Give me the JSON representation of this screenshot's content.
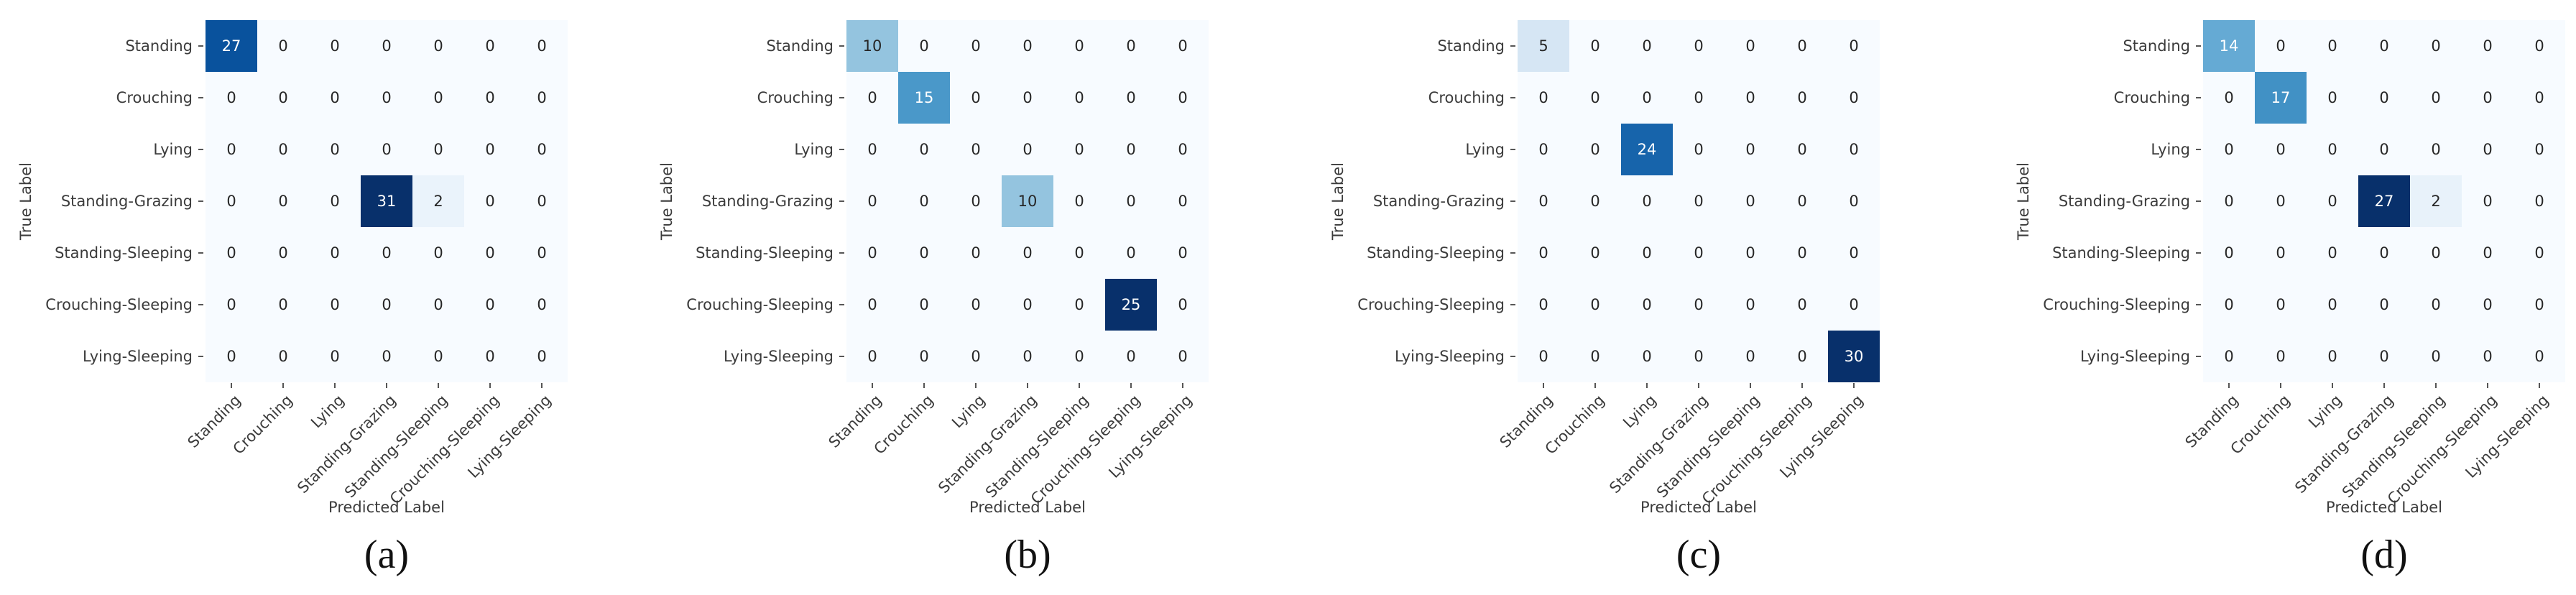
{
  "figure": {
    "background": "#ffffff",
    "heatmap_background": "#f7fbff",
    "colormap_name": "Blues",
    "colormap_stops": [
      "#f7fbff",
      "#deebf7",
      "#c6dbef",
      "#9ecae1",
      "#6baed6",
      "#4292c6",
      "#2171b5",
      "#08519c",
      "#08306b"
    ],
    "annotation_color_on_light": "#262626",
    "annotation_color_on_dark": "#ffffff",
    "tick_label_color": "#3b3b3b",
    "caption_color": "#111111"
  },
  "chart_data": [
    {
      "type": "heatmap",
      "caption": "(a)",
      "xlabel": "Predicted Label",
      "ylabel": "True Label",
      "x_categories": [
        "Standing",
        "Crouching",
        "Lying",
        "Standing-Grazing",
        "Standing-Sleeping",
        "Crouching-Sleeping",
        "Lying-Sleeping"
      ],
      "y_categories": [
        "Standing",
        "Crouching",
        "Lying",
        "Standing-Grazing",
        "Standing-Sleeping",
        "Crouching-Sleeping",
        "Lying-Sleeping"
      ],
      "matrix": [
        [
          27,
          0,
          0,
          0,
          0,
          0,
          0
        ],
        [
          0,
          0,
          0,
          0,
          0,
          0,
          0
        ],
        [
          0,
          0,
          0,
          0,
          0,
          0,
          0
        ],
        [
          0,
          0,
          0,
          31,
          2,
          0,
          0
        ],
        [
          0,
          0,
          0,
          0,
          0,
          0,
          0
        ],
        [
          0,
          0,
          0,
          0,
          0,
          0,
          0
        ],
        [
          0,
          0,
          0,
          0,
          0,
          0,
          0
        ]
      ],
      "vmin": 0,
      "vmax": 31,
      "colorbar": false,
      "grid": false
    },
    {
      "type": "heatmap",
      "caption": "(b)",
      "xlabel": "Predicted Label",
      "ylabel": "True Label",
      "x_categories": [
        "Standing",
        "Crouching",
        "Lying",
        "Standing-Grazing",
        "Standing-Sleeping",
        "Crouching-Sleeping",
        "Lying-Sleeping"
      ],
      "y_categories": [
        "Standing",
        "Crouching",
        "Lying",
        "Standing-Grazing",
        "Standing-Sleeping",
        "Crouching-Sleeping",
        "Lying-Sleeping"
      ],
      "matrix": [
        [
          10,
          0,
          0,
          0,
          0,
          0,
          0
        ],
        [
          0,
          15,
          0,
          0,
          0,
          0,
          0
        ],
        [
          0,
          0,
          0,
          0,
          0,
          0,
          0
        ],
        [
          0,
          0,
          0,
          10,
          0,
          0,
          0
        ],
        [
          0,
          0,
          0,
          0,
          0,
          0,
          0
        ],
        [
          0,
          0,
          0,
          0,
          0,
          25,
          0
        ],
        [
          0,
          0,
          0,
          0,
          0,
          0,
          0
        ]
      ],
      "vmin": 0,
      "vmax": 25,
      "colorbar": false,
      "grid": false
    },
    {
      "type": "heatmap",
      "caption": "(c)",
      "xlabel": "Predicted Label",
      "ylabel": "True Label",
      "x_categories": [
        "Standing",
        "Crouching",
        "Lying",
        "Standing-Grazing",
        "Standing-Sleeping",
        "Crouching-Sleeping",
        "Lying-Sleeping"
      ],
      "y_categories": [
        "Standing",
        "Crouching",
        "Lying",
        "Standing-Grazing",
        "Standing-Sleeping",
        "Crouching-Sleeping",
        "Lying-Sleeping"
      ],
      "matrix": [
        [
          5,
          0,
          0,
          0,
          0,
          0,
          0
        ],
        [
          0,
          0,
          0,
          0,
          0,
          0,
          0
        ],
        [
          0,
          0,
          24,
          0,
          0,
          0,
          0
        ],
        [
          0,
          0,
          0,
          0,
          0,
          0,
          0
        ],
        [
          0,
          0,
          0,
          0,
          0,
          0,
          0
        ],
        [
          0,
          0,
          0,
          0,
          0,
          0,
          0
        ],
        [
          0,
          0,
          0,
          0,
          0,
          0,
          30
        ]
      ],
      "vmin": 0,
      "vmax": 30,
      "colorbar": false,
      "grid": false
    },
    {
      "type": "heatmap",
      "caption": "(d)",
      "xlabel": "Predicted Label",
      "ylabel": "True Label",
      "x_categories": [
        "Standing",
        "Crouching",
        "Lying",
        "Standing-Grazing",
        "Standing-Sleeping",
        "Crouching-Sleeping",
        "Lying-Sleeping"
      ],
      "y_categories": [
        "Standing",
        "Crouching",
        "Lying",
        "Standing-Grazing",
        "Standing-Sleeping",
        "Crouching-Sleeping",
        "Lying-Sleeping"
      ],
      "matrix": [
        [
          14,
          0,
          0,
          0,
          0,
          0,
          0
        ],
        [
          0,
          17,
          0,
          0,
          0,
          0,
          0
        ],
        [
          0,
          0,
          0,
          0,
          0,
          0,
          0
        ],
        [
          0,
          0,
          0,
          27,
          2,
          0,
          0
        ],
        [
          0,
          0,
          0,
          0,
          0,
          0,
          0
        ],
        [
          0,
          0,
          0,
          0,
          0,
          0,
          0
        ],
        [
          0,
          0,
          0,
          0,
          0,
          0,
          0
        ]
      ],
      "vmin": 0,
      "vmax": 27,
      "colorbar": false,
      "grid": false
    }
  ]
}
